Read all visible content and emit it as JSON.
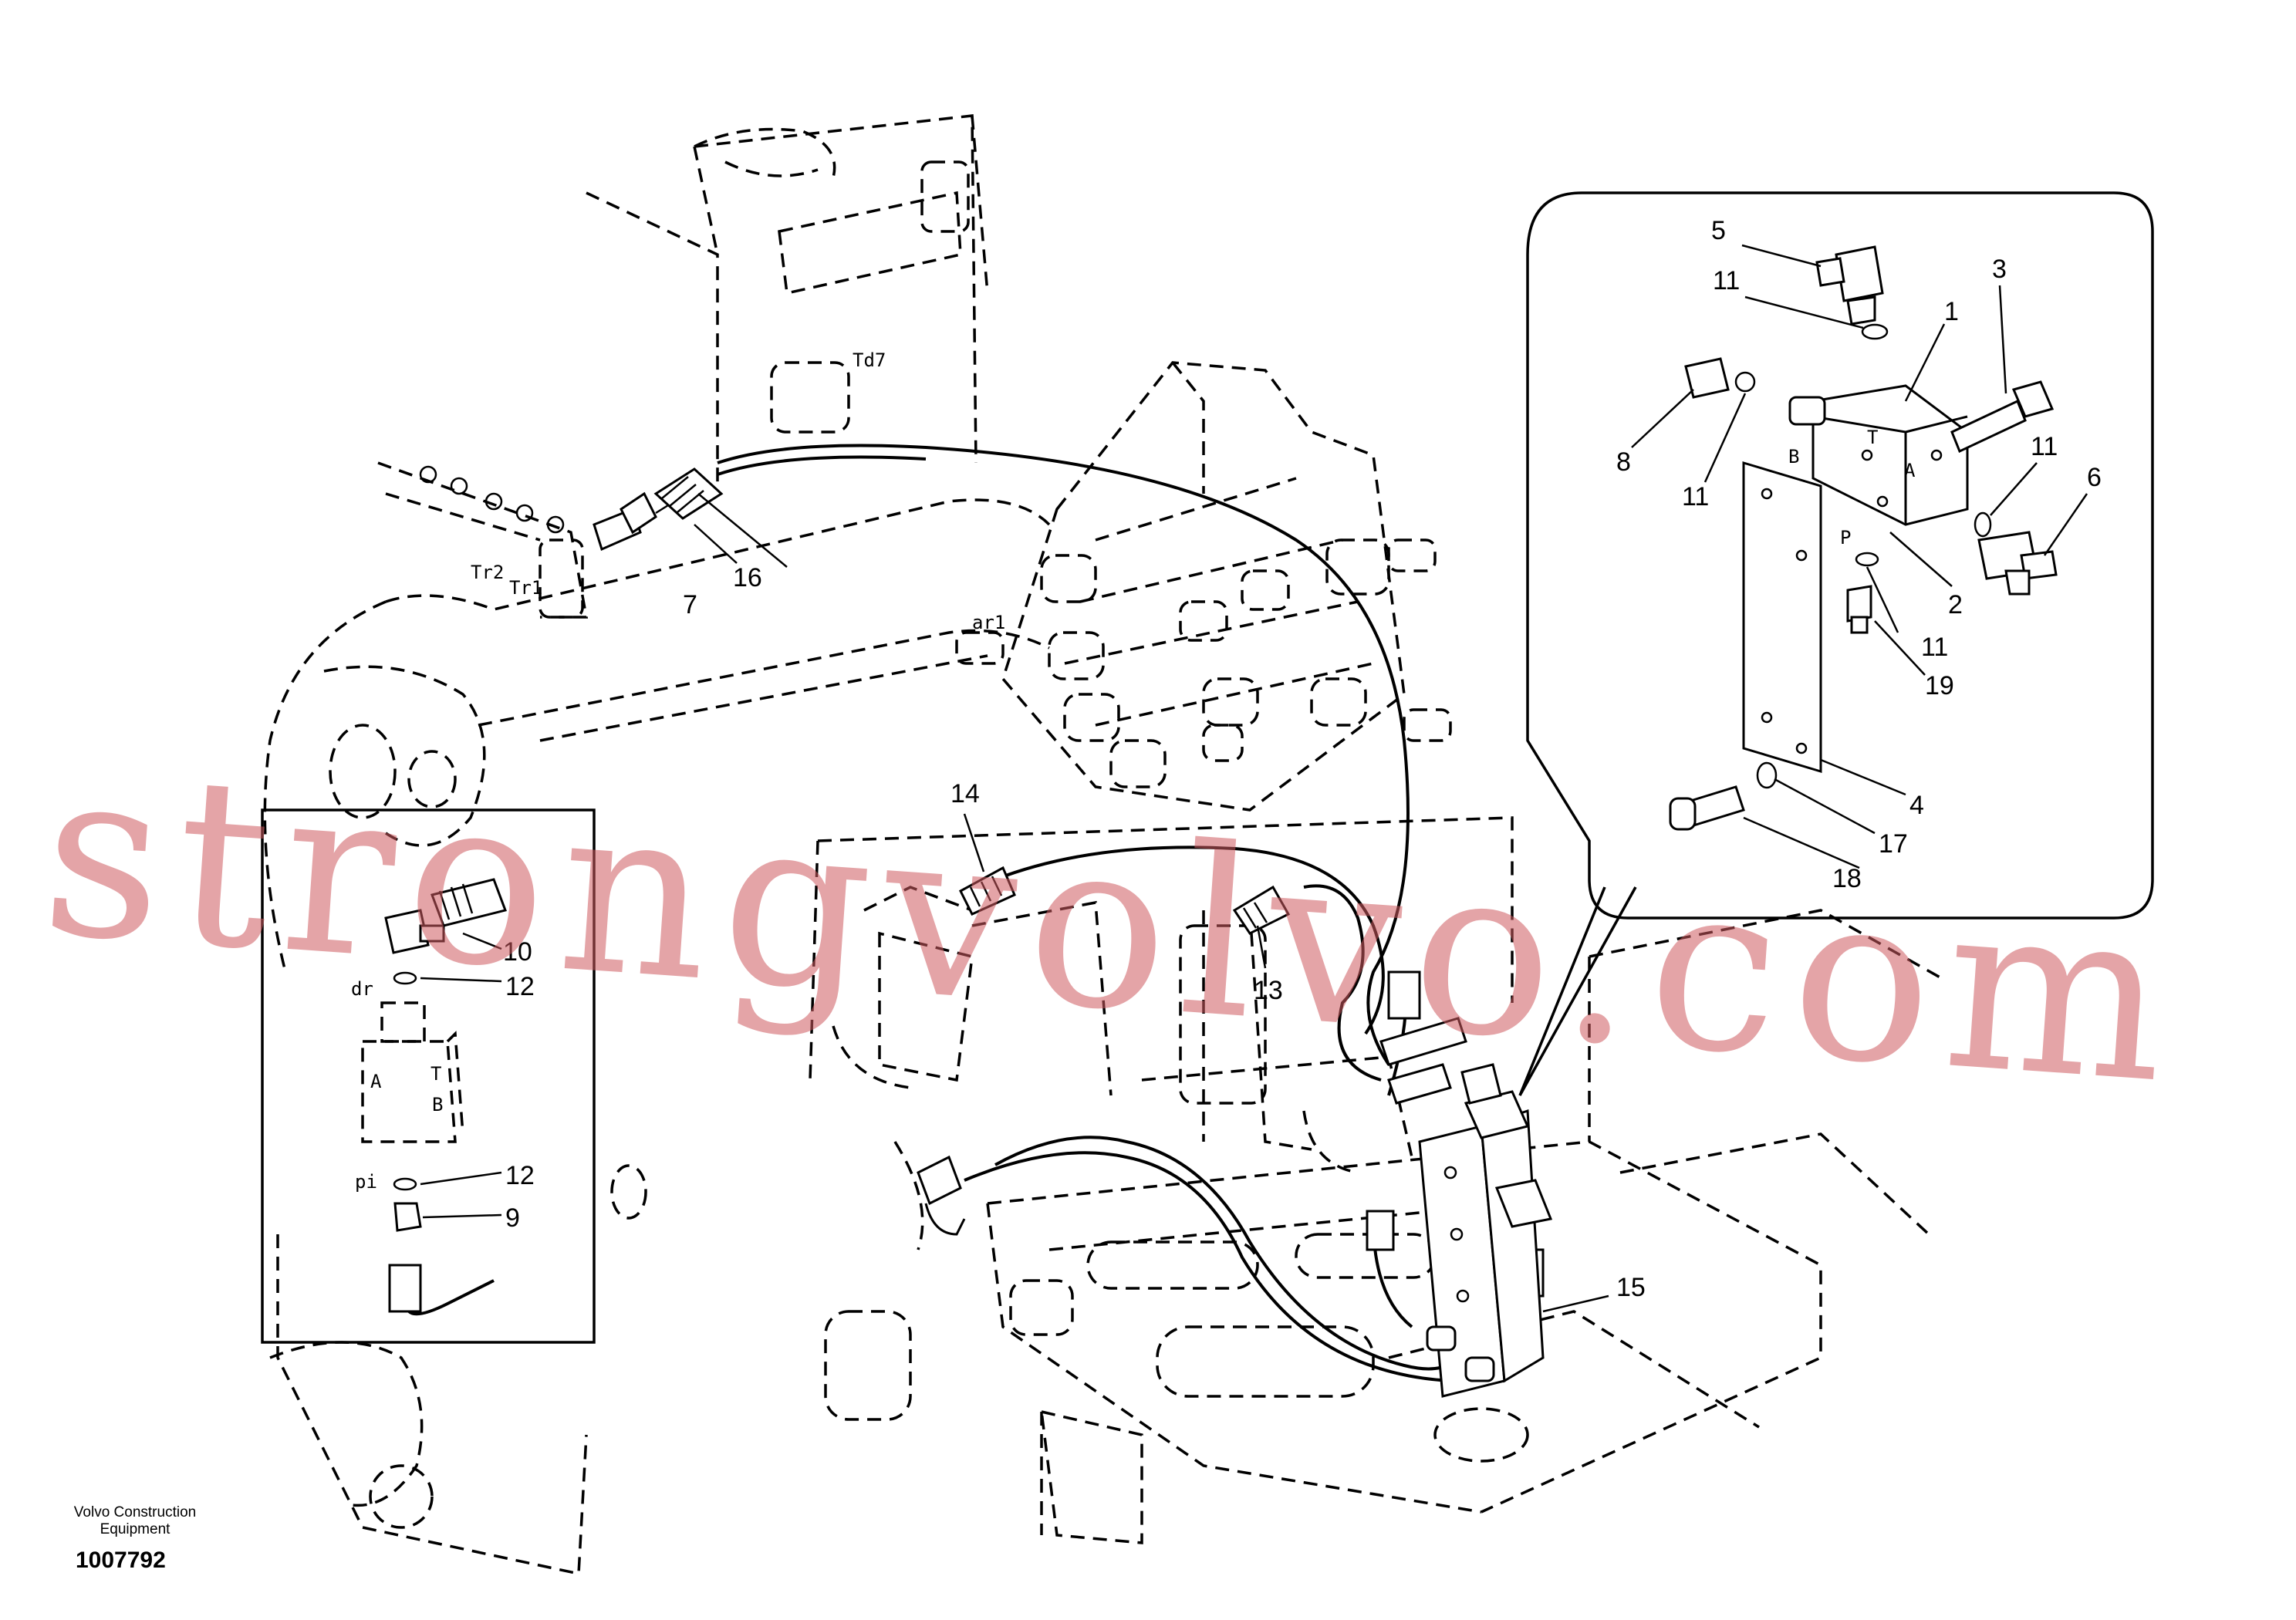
{
  "diagram": {
    "publisher": "Volvo Construction Equipment",
    "publisher_line1": "Volvo Construction",
    "publisher_line2": "Equipment",
    "drawing_number": "1007792",
    "watermark": "strongvolvo.com",
    "callouts": {
      "c1": "1",
      "c2": "2",
      "c3": "3",
      "c4": "4",
      "c5": "5",
      "c6": "6",
      "c7": "7",
      "c8": "8",
      "c9": "9",
      "c10": "10",
      "c11a": "11",
      "c11b": "11",
      "c11c": "11",
      "c11d": "11",
      "c12a": "12",
      "c12b": "12",
      "c13": "13",
      "c14": "14",
      "c15": "15",
      "c16": "16",
      "c17": "17",
      "c18": "18",
      "c19": "19"
    },
    "port_labels": {
      "td7": "Td7",
      "tr2": "Tr2",
      "tr1": "Tr1",
      "ar1": "ar1",
      "dr": "dr",
      "pi": "pi",
      "inset_a": "A",
      "inset_b": "B",
      "inset_t": "T",
      "detail_a": "A",
      "detail_b": "B",
      "detail_t": "T",
      "detail_p": "P"
    }
  }
}
